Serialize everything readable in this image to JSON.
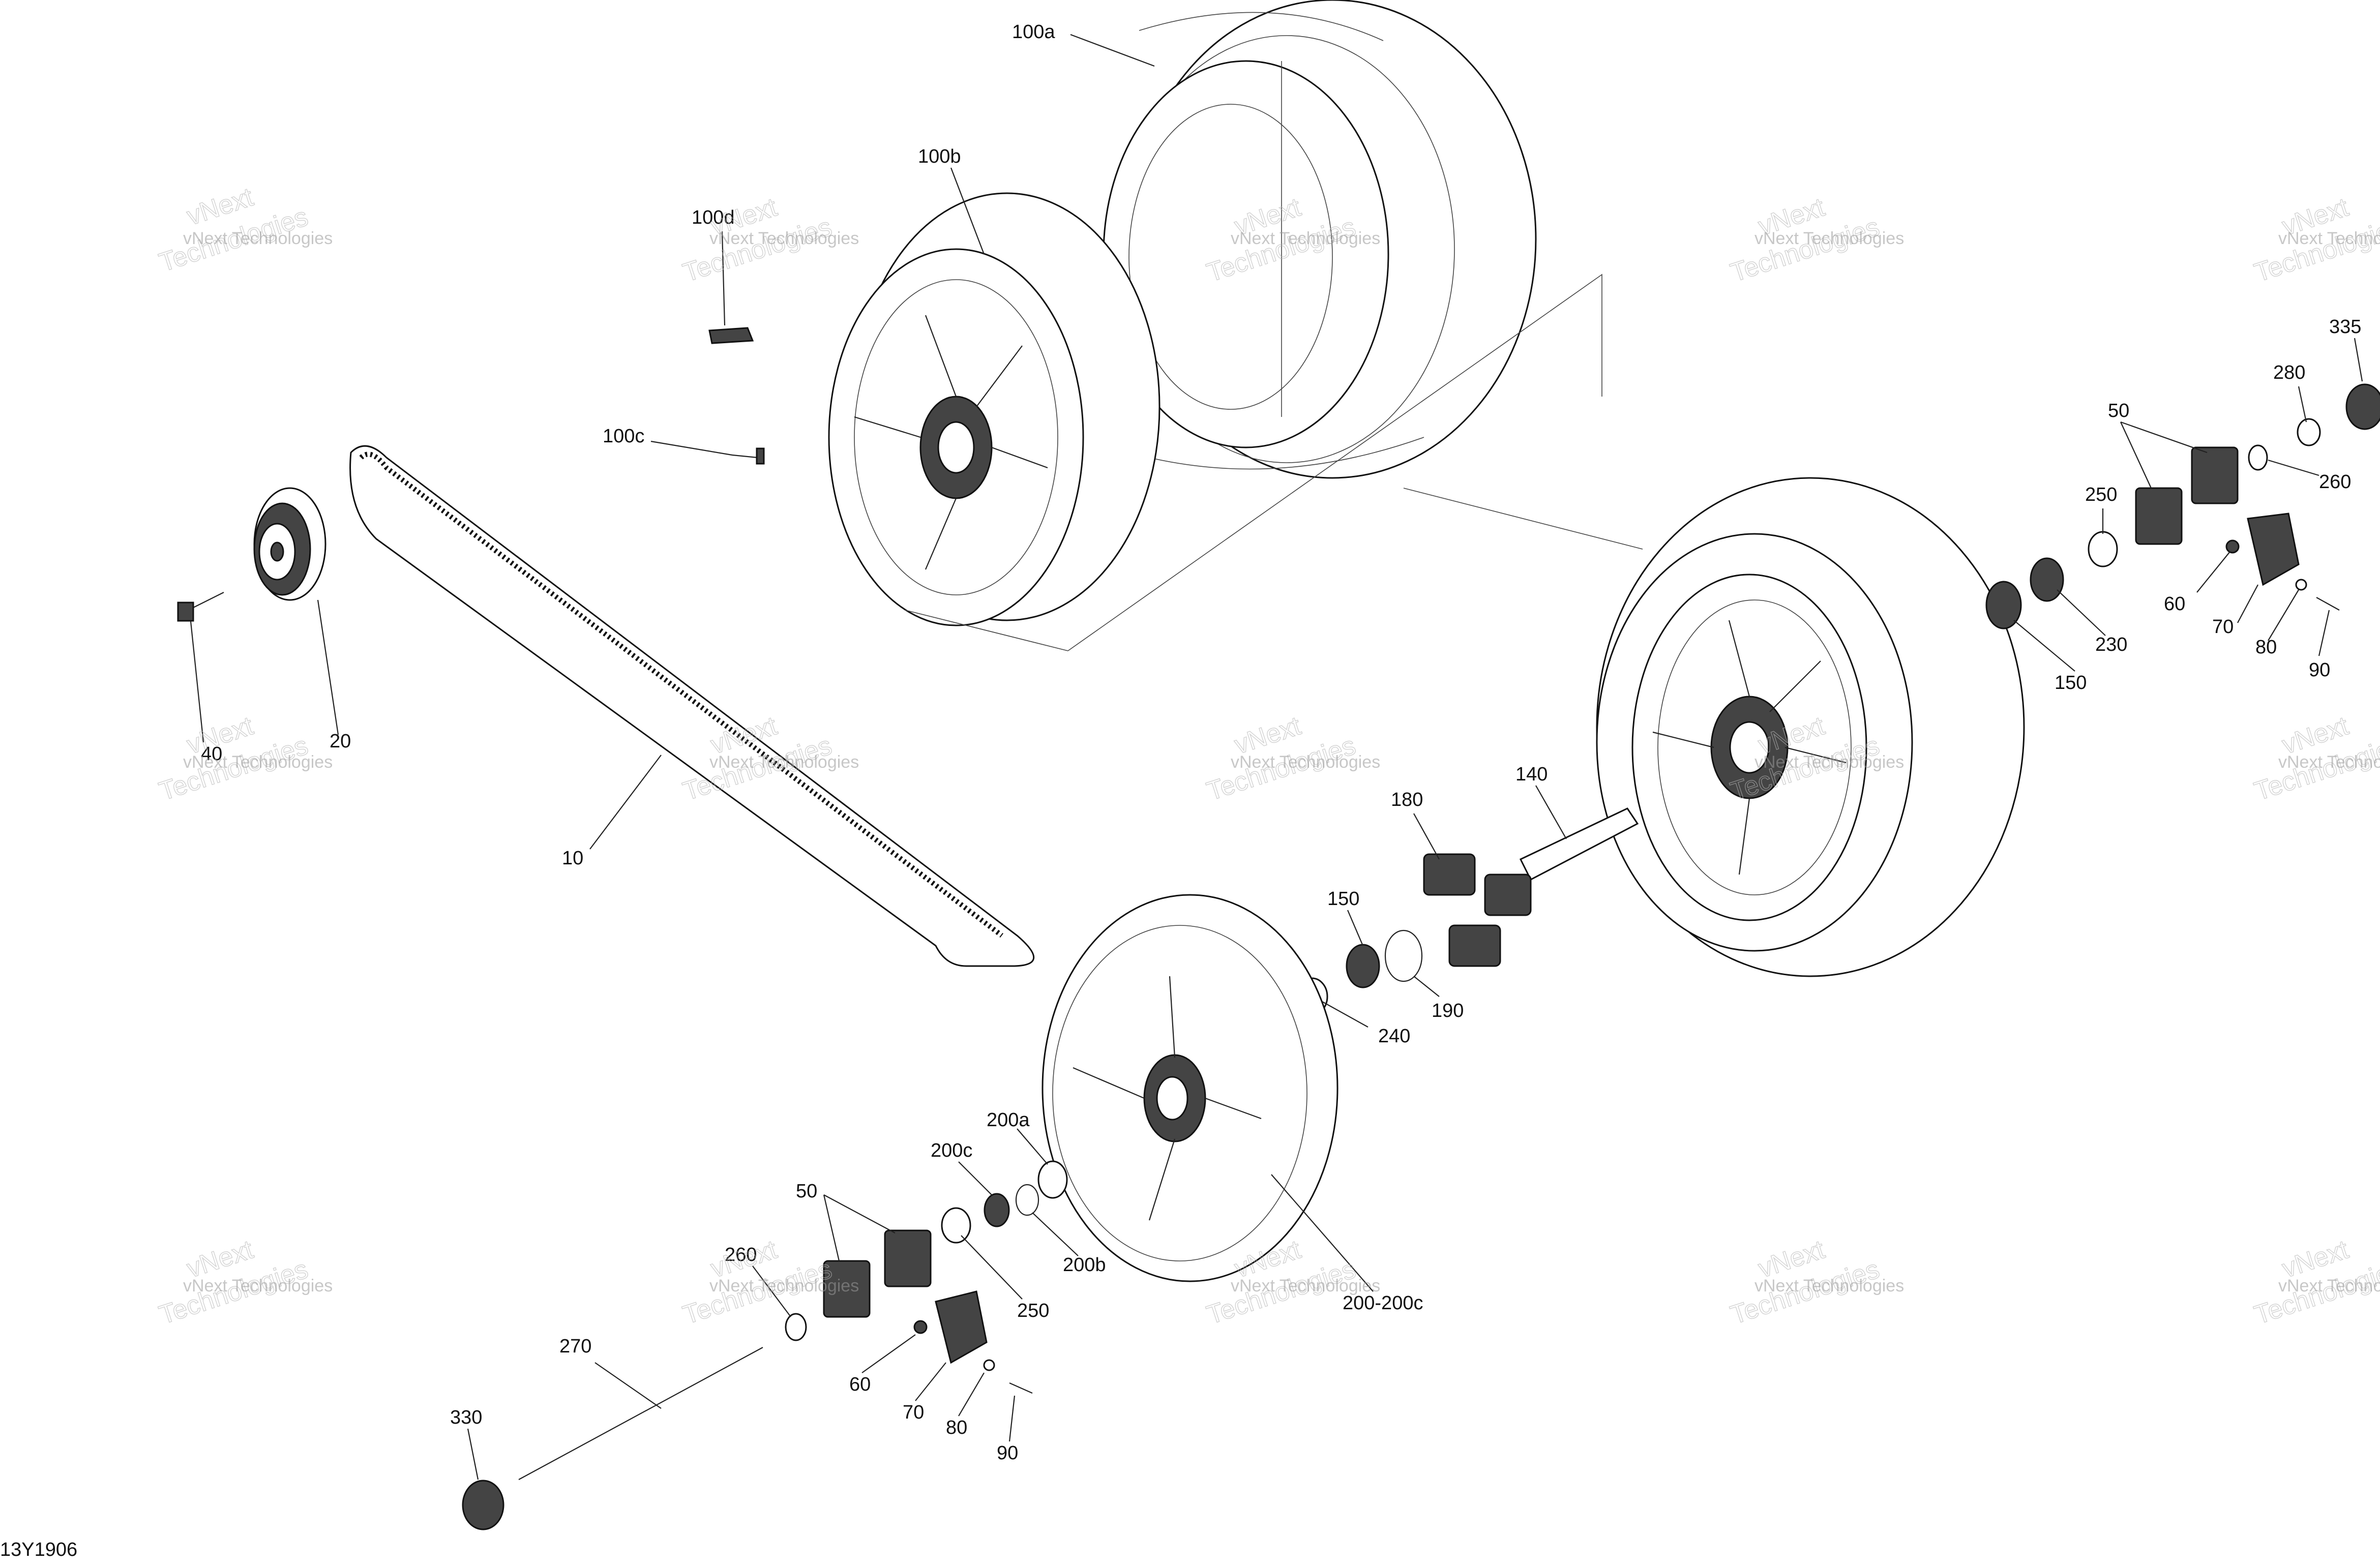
{
  "diagram": {
    "code": "13Y1906",
    "watermark_line1": "vNext Technologies",
    "watermark_line2": "vNext",
    "watermark_line3": "Technologies"
  },
  "callouts": [
    {
      "id": "100a",
      "text": "100a"
    },
    {
      "id": "100b",
      "text": "100b"
    },
    {
      "id": "100d",
      "text": "100d"
    },
    {
      "id": "100c",
      "text": "100c"
    },
    {
      "id": "335",
      "text": "335"
    },
    {
      "id": "280",
      "text": "280"
    },
    {
      "id": "260r",
      "text": "260"
    },
    {
      "id": "50r",
      "text": "50"
    },
    {
      "id": "250r",
      "text": "250"
    },
    {
      "id": "60r",
      "text": "60"
    },
    {
      "id": "70r",
      "text": "70"
    },
    {
      "id": "80r",
      "text": "80"
    },
    {
      "id": "90r",
      "text": "90"
    },
    {
      "id": "230",
      "text": "230"
    },
    {
      "id": "150r",
      "text": "150"
    },
    {
      "id": "40",
      "text": "40"
    },
    {
      "id": "20",
      "text": "20"
    },
    {
      "id": "10",
      "text": "10"
    },
    {
      "id": "140",
      "text": "140"
    },
    {
      "id": "180",
      "text": "180"
    },
    {
      "id": "150m",
      "text": "150"
    },
    {
      "id": "190",
      "text": "190"
    },
    {
      "id": "240",
      "text": "240"
    },
    {
      "id": "200a",
      "text": "200a"
    },
    {
      "id": "200c",
      "text": "200c"
    },
    {
      "id": "200b",
      "text": "200b"
    },
    {
      "id": "50b",
      "text": "50"
    },
    {
      "id": "260b",
      "text": "260"
    },
    {
      "id": "250b",
      "text": "250"
    },
    {
      "id": "200-200c",
      "text": "200-200c"
    },
    {
      "id": "270",
      "text": "270"
    },
    {
      "id": "60b",
      "text": "60"
    },
    {
      "id": "70b",
      "text": "70"
    },
    {
      "id": "80b",
      "text": "80"
    },
    {
      "id": "90b",
      "text": "90"
    },
    {
      "id": "330",
      "text": "330"
    }
  ]
}
